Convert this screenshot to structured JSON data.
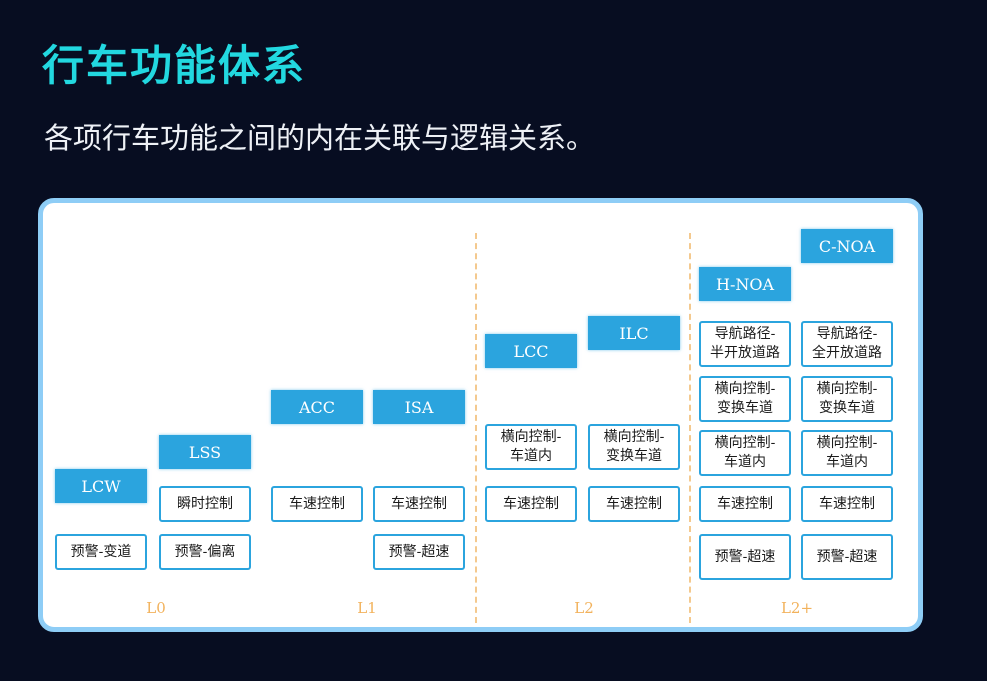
{
  "header": {
    "title": "行车功能体系",
    "subtitle": "各项行车功能之间的内在关联与逻辑关系。"
  },
  "diagram": {
    "levels": [
      "L0",
      "L1",
      "L2",
      "L2+"
    ],
    "features": [
      "LCW",
      "LSS",
      "ACC",
      "ISA",
      "LCC",
      "ILC",
      "H-NOA",
      "C-NOA"
    ],
    "blocks": {
      "lcw": [
        "预警-变道"
      ],
      "lss": [
        "瞬时控制",
        "预警-偏离"
      ],
      "acc": [
        "车速控制"
      ],
      "isa": [
        "车速控制",
        "预警-超速"
      ],
      "lcc": [
        "横向控制-\n车道内",
        "车速控制"
      ],
      "ilc": [
        "横向控制-\n变换车道",
        "车速控制"
      ],
      "hnoa": [
        "导航路径-\n半开放道路",
        "横向控制-\n变换车道",
        "横向控制-\n车道内",
        "车速控制",
        "预警-超速"
      ],
      "cnoa": [
        "导航路径-\n全开放道路",
        "横向控制-\n变换车道",
        "横向控制-\n车道内",
        "车速控制",
        "预警-超速"
      ]
    }
  },
  "colors": {
    "background": "#070d21",
    "title": "#22d8e0",
    "feature_fill": "#2ba4de",
    "panel_border": "#8ecdf6",
    "level_label": "#f2b25c",
    "divider": "#f4c98e"
  }
}
